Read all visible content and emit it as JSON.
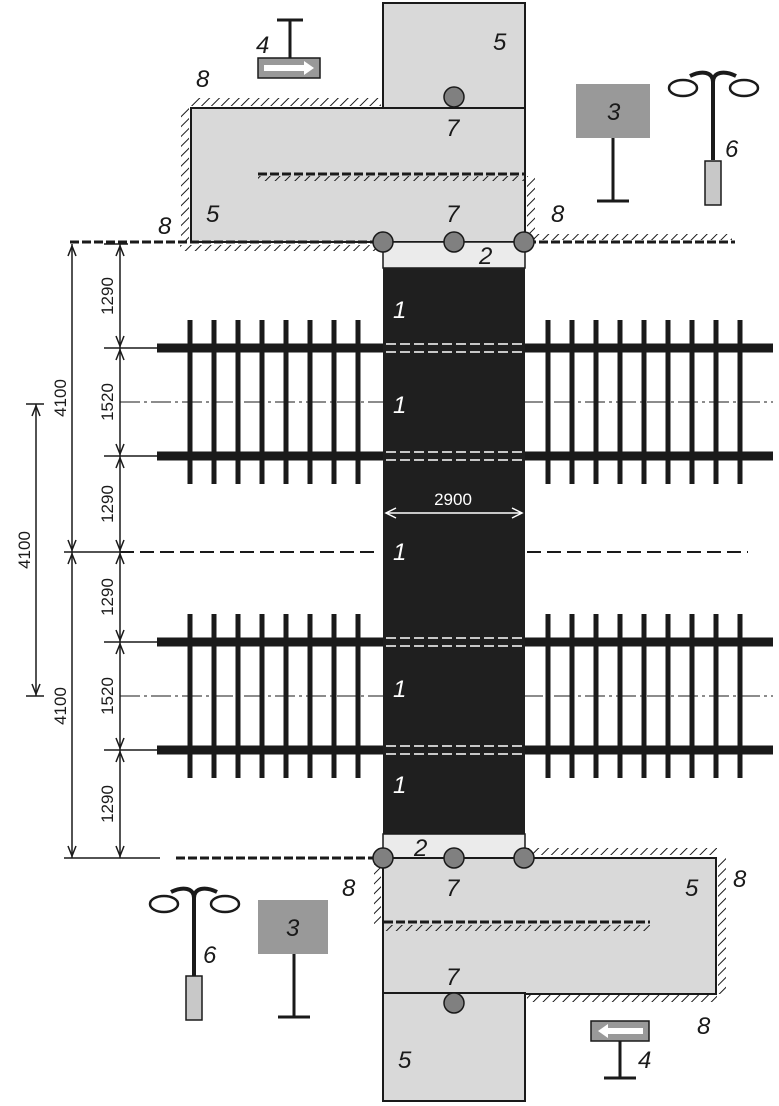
{
  "labels": {
    "crossing": "1",
    "threshold": "2",
    "sign_board": "3",
    "arrow_sign": "4",
    "platform": "5",
    "lamp": "6",
    "bollard": "7",
    "fence": "8"
  },
  "dimensions": {
    "gap_1290": "1290",
    "gauge_1520": "1520",
    "track_spacing_4100": "4100",
    "crossing_width_2900": "2900"
  },
  "colors": {
    "platform_fill": "#d9d9d9",
    "crossing_fill": "#1f1f1f",
    "sign_fill": "#999999",
    "bollard_fill": "#808080",
    "ink": "#1a1a1a"
  }
}
